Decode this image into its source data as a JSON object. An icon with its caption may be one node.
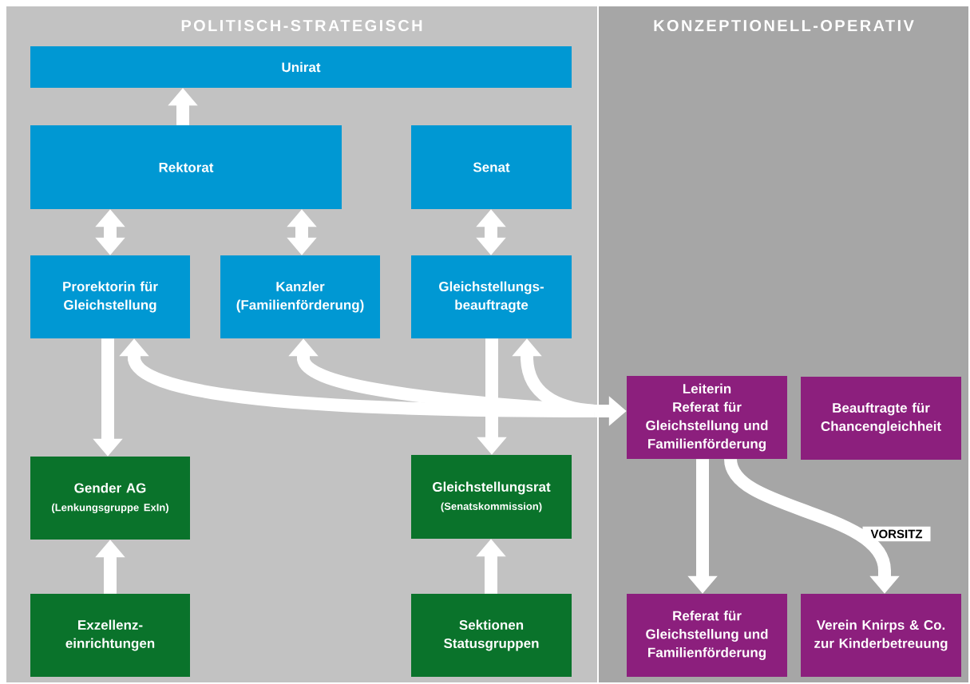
{
  "diagram": {
    "nodes": [
      {
        "text": [
          "POLITISCH-STRATEGISCH"
        ]
      },
      {
        "text": [
          "KONZEPTIONELL-OPERATIV"
        ]
      },
      {
        "text": [
          "Unirat"
        ],
        "in": 0
      },
      {
        "text": [
          "Rektorat"
        ],
        "in": 0
      },
      {
        "text": [
          "Senat"
        ],
        "in": 0
      },
      {
        "text": [
          "Prorektorin für Gleichstellung"
        ],
        "in": 0
      },
      {
        "text": [
          "Kanzler (Familienförderung)"
        ],
        "in": 0
      },
      {
        "text": [
          "Gleichstellungs- beauftragte"
        ],
        "in": 0
      },
      {
        "text": [
          "Gender AG",
          "(Lenkungsgruppe ExIn)"
        ],
        "in": 0
      },
      {
        "text": [
          "Gleichstellungsrat",
          "(Senatskommission)"
        ],
        "in": 0
      },
      {
        "text": [
          "Exzellenz- einrichtungen"
        ],
        "in": 0
      },
      {
        "text": [
          "Sektionen Statusgruppen"
        ],
        "in": 0
      },
      {
        "text": [
          "Leiterin",
          "Referat für Gleichstellung und Familienförderung"
        ],
        "in": 1
      },
      {
        "text": [
          "Beauftragte für Chancengleichheit"
        ],
        "in": 1
      },
      {
        "text": [
          "Referat für Gleichstellung und Familienförderung"
        ],
        "in": 1
      },
      {
        "text": [
          "Verein Knirps & Co. zur Kinderbetreuung"
        ],
        "in": 1
      }
    ],
    "edges": [
      {
        "from": 3,
        "to": 2,
        "arrow": "to"
      },
      {
        "from": 3,
        "to": 5,
        "arrow": "both"
      },
      {
        "from": 3,
        "to": 6,
        "arrow": "both"
      },
      {
        "from": 4,
        "to": 7,
        "arrow": "both"
      },
      {
        "from": 5,
        "to": 8,
        "arrow": "to"
      },
      {
        "from": 7,
        "to": 9,
        "arrow": "to"
      },
      {
        "from": 10,
        "to": 8,
        "arrow": "to"
      },
      {
        "from": 11,
        "to": 9,
        "arrow": "to"
      },
      {
        "from": 5,
        "to": 12,
        "arrow": "both"
      },
      {
        "from": 6,
        "to": 12,
        "arrow": "both"
      },
      {
        "from": 7,
        "to": 12,
        "arrow": "both"
      },
      {
        "from": 12,
        "to": 14,
        "arrow": "to"
      },
      {
        "from": 12,
        "to": 15,
        "arrow": "to",
        "label": "VORSITZ"
      }
    ]
  }
}
